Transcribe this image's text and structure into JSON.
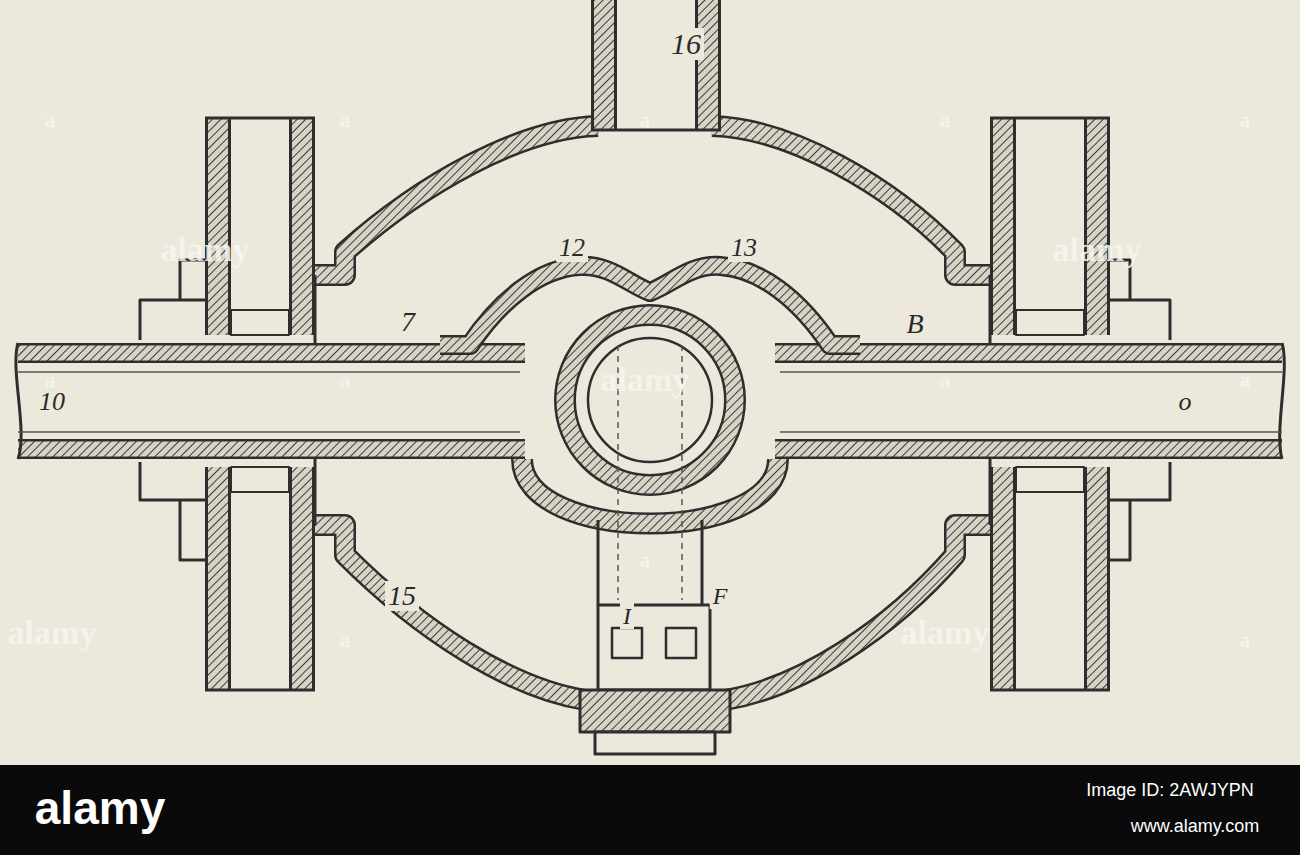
{
  "diagram": {
    "labels": [
      "16",
      "12",
      "13",
      "7",
      "B",
      "10",
      "o",
      "15",
      "I",
      "F",
      "alamy",
      "alamy",
      "alamy",
      "alamy",
      "alamy",
      "a",
      "a",
      "a",
      "a",
      "a",
      "a",
      "a",
      "a",
      "a",
      "a",
      "a",
      "a",
      "alamy",
      "Image ID: 2AWJYPN",
      "www.alamy.com"
    ]
  }
}
